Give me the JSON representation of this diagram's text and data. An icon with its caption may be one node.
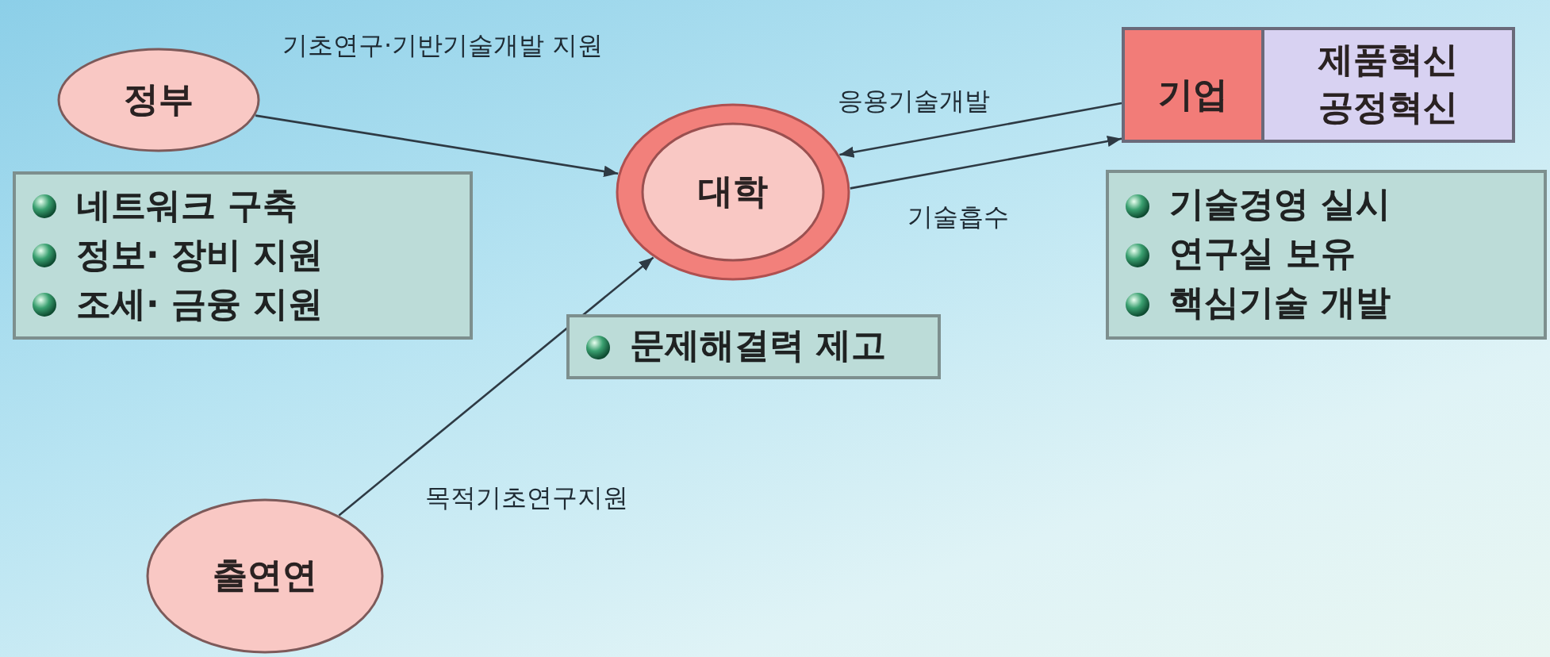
{
  "diagram": {
    "nodes": [
      {
        "text": [
          "정부"
        ]
      },
      {
        "text": [
          "네트워크 구축",
          "정보· 장비 지원",
          "조세· 금융 지원"
        ]
      },
      {
        "text": [
          "대학"
        ]
      },
      {
        "text": [
          "문제해결력 제고"
        ]
      },
      {
        "text": [
          "기업",
          "제품혁신 공정혁신"
        ]
      },
      {
        "text": [
          "기술경영 실시",
          "연구실 보유",
          "핵심기술 개발"
        ]
      },
      {
        "text": [
          "출연연"
        ]
      }
    ],
    "edges": [
      {
        "from": 0,
        "to": 2,
        "arrow": "to",
        "label": "기초연구·기반기술개발 지원"
      },
      {
        "from": 4,
        "to": 2,
        "arrow": "to",
        "label": "응용기술개발"
      },
      {
        "from": 2,
        "to": 4,
        "arrow": "to",
        "label": "기술흡수"
      },
      {
        "from": 6,
        "to": 2,
        "arrow": "to",
        "label": "목적기초연구지원"
      }
    ]
  }
}
